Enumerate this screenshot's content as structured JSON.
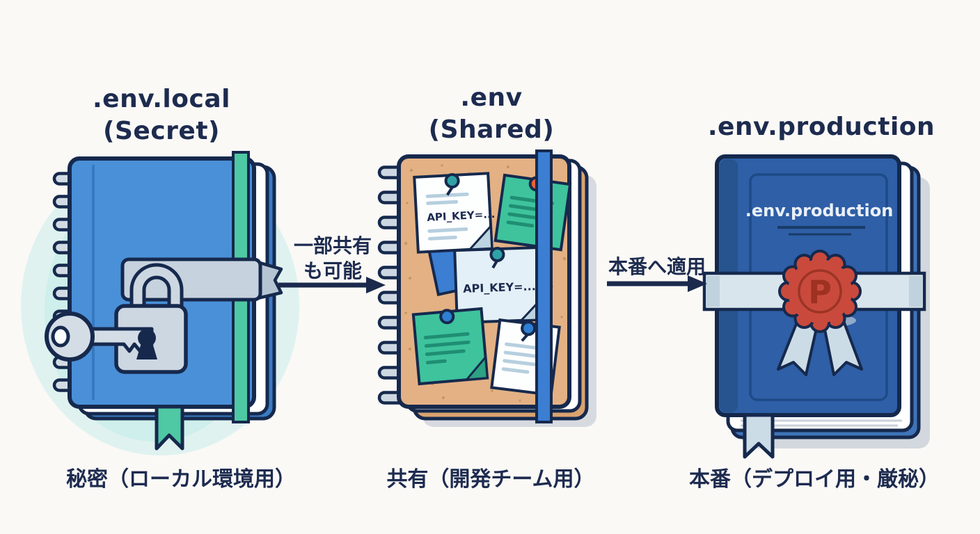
{
  "page": {
    "background": "#faf9f6",
    "ink": "#1d2b4f"
  },
  "local": {
    "title": ".env.local",
    "subtitle": "(Secret)",
    "caption": "秘密（ローカル環境用）"
  },
  "shared": {
    "title": ".env",
    "subtitle": "(Shared)",
    "caption": "共有（開発チーム用）",
    "note_text": "API_KEY=..."
  },
  "production": {
    "title": ".env.production",
    "caption": "本番（デプロイ用・厳秘）",
    "cover_label": ".env.production",
    "seal_letter": "P"
  },
  "arrows": [
    {
      "line1": "一部共有",
      "line2": "も可能"
    },
    {
      "line1": "本番へ適用"
    }
  ],
  "icons": [
    "spiral-binding",
    "padlock-icon",
    "key-icon",
    "elastic-band",
    "bookmark-ribbon",
    "pushpin-icon",
    "sticky-note",
    "wax-seal-icon",
    "ribbon-band",
    "arrow-icon"
  ],
  "colors": {
    "notebook_blue": "#4a90d8",
    "teal_band": "#4fc8a4",
    "metal_gray": "#ccd6e2",
    "cork": "#e3b184",
    "band_blue": "#3b7ed2",
    "sticky_teal": "#3ec39d",
    "sticky_lightblue": "#e4f0f7",
    "book_blue": "#2e5fa7",
    "ribbon_gray": "#d9e5ec",
    "seal_red": "#c94a3c",
    "outline_navy": "#16294d"
  }
}
